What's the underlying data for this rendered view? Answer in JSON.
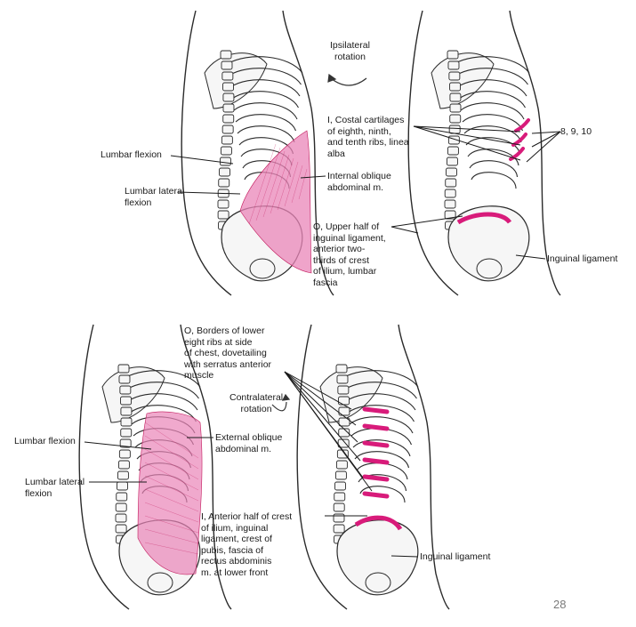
{
  "colors": {
    "muscle": "#e985b8",
    "muscle_dark": "#c2185b",
    "attachment": "#d81b7a",
    "bone_stroke": "#2a2a2a",
    "bone_fill": "#f6f6f6"
  },
  "top_panel": {
    "rotation_label": "Ipsilateral\nrotation",
    "action_flexion": "Lumbar flexion",
    "action_lateral": "Lumbar lateral\nflexion",
    "muscle_name": "Internal oblique\nabdominal m.",
    "insertion": "I, Costal cartilages\nof eighth, ninth,\nand tenth ribs, linea\nalba",
    "origin": "O, Upper half of\ninguinal ligament,\nanterior two-\nthirds of crest\nof ilium, lumbar\nfascia",
    "ribs_label": "8, 9, 10",
    "ligament_label": "Inguinal ligament"
  },
  "bottom_panel": {
    "origin": "O, Borders of lower\neight ribs at side\nof chest, dovetailing\nwith serratus anterior\nmuscle",
    "rotation_label": "Contralateral\nrotation",
    "action_flexion": "Lumbar flexion",
    "action_lateral": "Lumbar lateral\nflexion",
    "muscle_name": "External oblique\nabdominal m.",
    "insertion": "I, Anterior half of crest\nof ilium, inguinal\nligament, crest of\npubis, fascia of\nrectus abdominis\nm. at lower front",
    "ligament_label": "Inguinal ligament"
  },
  "page_number": "28"
}
